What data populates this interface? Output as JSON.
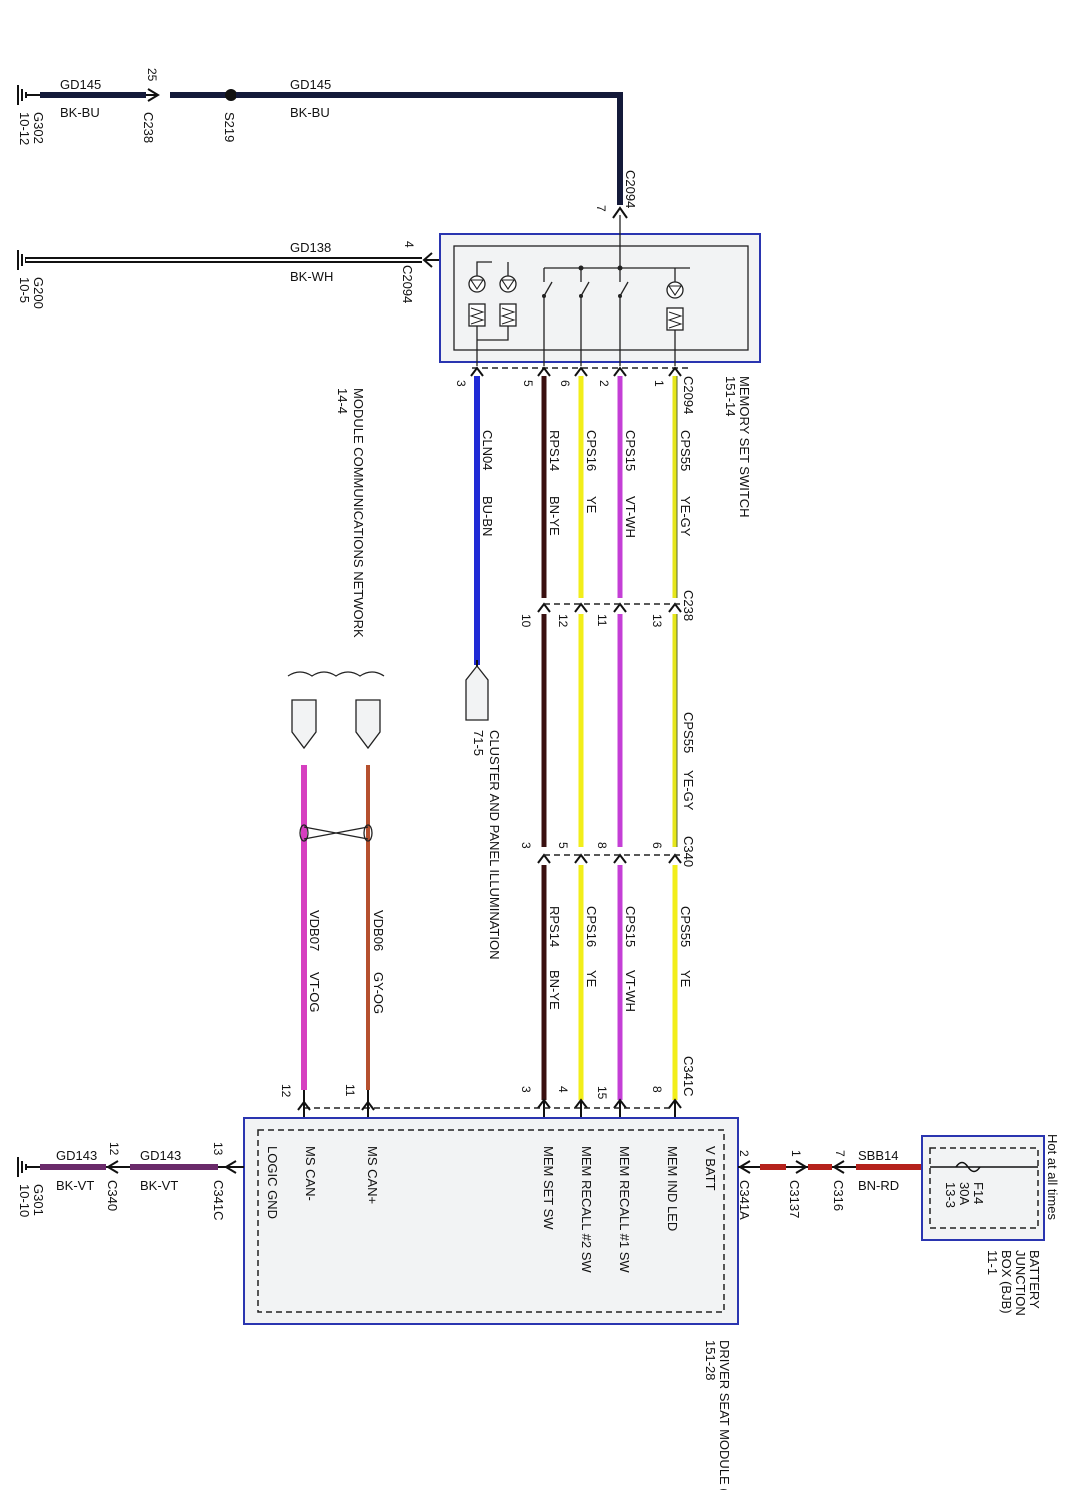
{
  "colors": {
    "BK-BU": "#141a3a",
    "BK-WH": "#222222",
    "BU-BN": "#1f2ad6",
    "BN-YE": "#3a1010",
    "YE": "#f2ee1a",
    "VT-WH": "#c43fd6",
    "YE-GY": "#e6e61a",
    "VT-OG": "#d63fc0",
    "GY-OG": "#b5502e",
    "BK-VT": "#6a2a6a",
    "BN-RD": "#b5221c",
    "box_border": "#2a35b0"
  },
  "top_circuit": {
    "ground": {
      "id": "G302",
      "ref": "10-12"
    },
    "wire1": {
      "circuit": "GD145",
      "color": "BK-BU"
    },
    "conn1": {
      "id": "C238",
      "pin": "25"
    },
    "splice": "S219",
    "wire2": {
      "circuit": "GD145",
      "color": "BK-BU"
    },
    "conn2": {
      "id": "C2094",
      "pin": "7"
    }
  },
  "second_circuit": {
    "ground": {
      "id": "G200",
      "ref": "10-5"
    },
    "wire": {
      "circuit": "GD138",
      "color": "BK-WH"
    },
    "conn": {
      "id": "C2094",
      "pin": "4"
    }
  },
  "memory_switch": {
    "name": "MEMORY SET SWITCH",
    "ref": "151-14",
    "connector": "C2094"
  },
  "upper_wires": [
    {
      "pin": "3",
      "circuit": "CLN04",
      "color": "BU-BN"
    },
    {
      "pin": "5",
      "circuit": "RPS14",
      "color": "BN-YE"
    },
    {
      "pin": "6",
      "circuit": "CPS16",
      "color": "YE"
    },
    {
      "pin": "2",
      "circuit": "CPS15",
      "color": "VT-WH"
    },
    {
      "pin": "1",
      "circuit": "CPS55",
      "color": "YE-GY"
    }
  ],
  "c238": {
    "id": "C238",
    "pins": [
      "10",
      "12",
      "11",
      "13"
    ]
  },
  "mid_wire": {
    "circuit": "CPS55",
    "color": "YE-GY"
  },
  "c340": {
    "id": "C340",
    "pins": [
      "3",
      "5",
      "8",
      "6"
    ]
  },
  "lower_wires": [
    {
      "circuit": "RPS14",
      "color": "BN-YE"
    },
    {
      "circuit": "CPS16",
      "color": "YE"
    },
    {
      "circuit": "CPS15",
      "color": "VT-WH"
    },
    {
      "circuit": "CPS55",
      "color": "YE"
    }
  ],
  "c341c": {
    "id": "C341C",
    "pins": [
      "12",
      "11",
      "3",
      "4",
      "15",
      "8"
    ]
  },
  "cluster": {
    "name": "CLUSTER AND PANEL ILLUMINATION",
    "ref": "71-5"
  },
  "network": {
    "name": "MODULE COMMUNICATIONS NETWORK",
    "ref": "14-4"
  },
  "can_wires": [
    {
      "circuit": "VDB07",
      "color": "VT-OG"
    },
    {
      "circuit": "VDB06",
      "color": "GY-OG"
    }
  ],
  "dsm": {
    "name": "DRIVER SEAT MODULE (DSM)",
    "ref": "151-28",
    "pins": [
      "LOGIC GND",
      "MS CAN-",
      "MS CAN+",
      "MEM SET SW",
      "MEM RECALL #2 SW",
      "MEM RECALL #1 SW",
      "MEM IND LED",
      "V BATT"
    ]
  },
  "ground_circuit": {
    "ground": {
      "id": "G301",
      "ref": "10-10"
    },
    "wire1": {
      "circuit": "GD143",
      "color": "BK-VT"
    },
    "conn1": {
      "id": "C340",
      "pin": "12"
    },
    "wire2": {
      "circuit": "GD143",
      "color": "BK-VT"
    },
    "conn2": {
      "id": "C341C",
      "pin": "13"
    }
  },
  "power_circuit": {
    "conn_a": {
      "id": "C341A",
      "pin": "2"
    },
    "conn_b": {
      "id": "C3137",
      "pin": "1"
    },
    "conn_c": {
      "id": "C316",
      "pin": "7"
    },
    "wire": {
      "circuit": "SBB14",
      "color": "BN-RD"
    }
  },
  "bjb": {
    "hot": "Hot at all times",
    "fuse": "F14",
    "amps": "30A",
    "fuse_ref": "13-3",
    "name": "BATTERY JUNCTION BOX (BJB)",
    "ref": "11-1"
  }
}
